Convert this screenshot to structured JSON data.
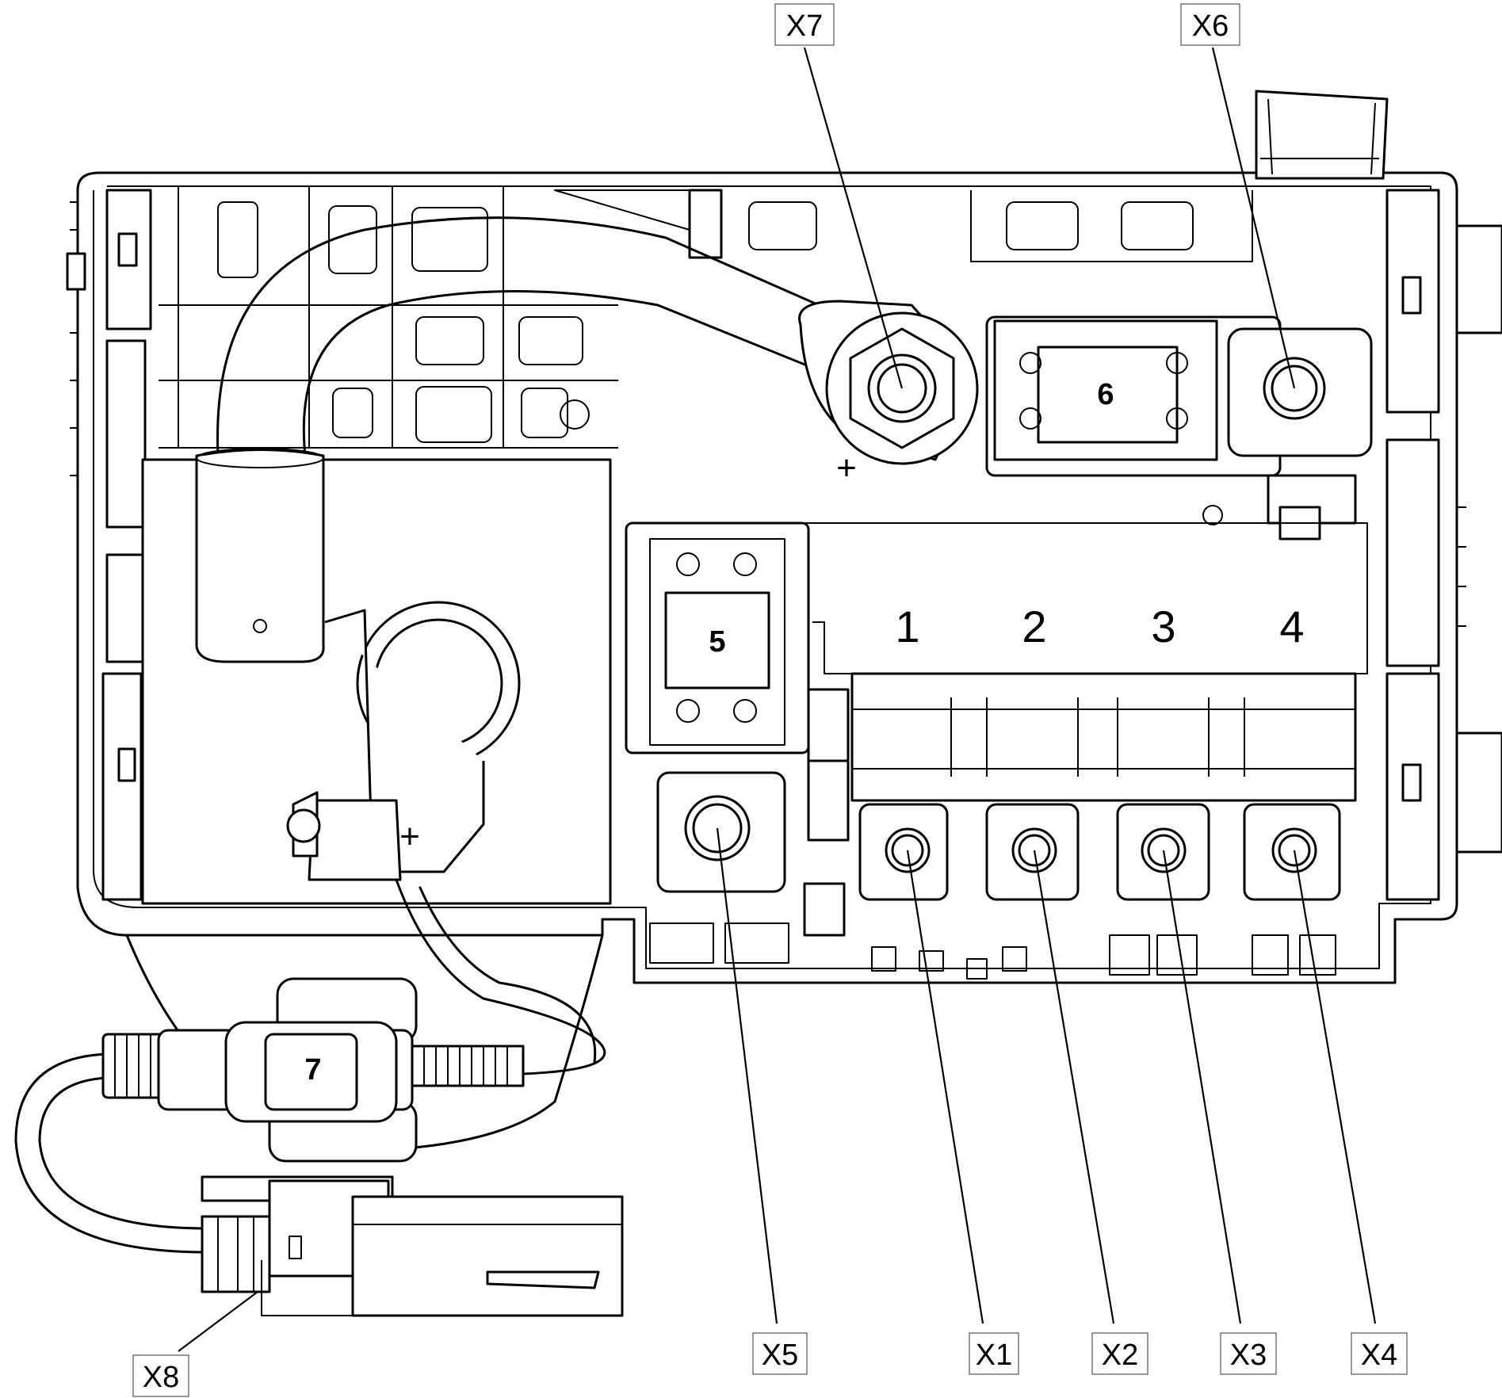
{
  "callouts": {
    "x1": "X1",
    "x2": "X2",
    "x3": "X3",
    "x4": "X4",
    "x5": "X5",
    "x6": "X6",
    "x7": "X7",
    "x8": "X8"
  },
  "items": {
    "item5": "5",
    "item6": "6",
    "item7": "7"
  },
  "positions": {
    "p1": "1",
    "p2": "2",
    "p3": "3",
    "p4": "4"
  },
  "polarity": {
    "terminal_plus": "+",
    "busbar_plus": "+"
  },
  "colors": {
    "line": "#000000",
    "background": "#ffffff",
    "callout_border": "#555555"
  }
}
